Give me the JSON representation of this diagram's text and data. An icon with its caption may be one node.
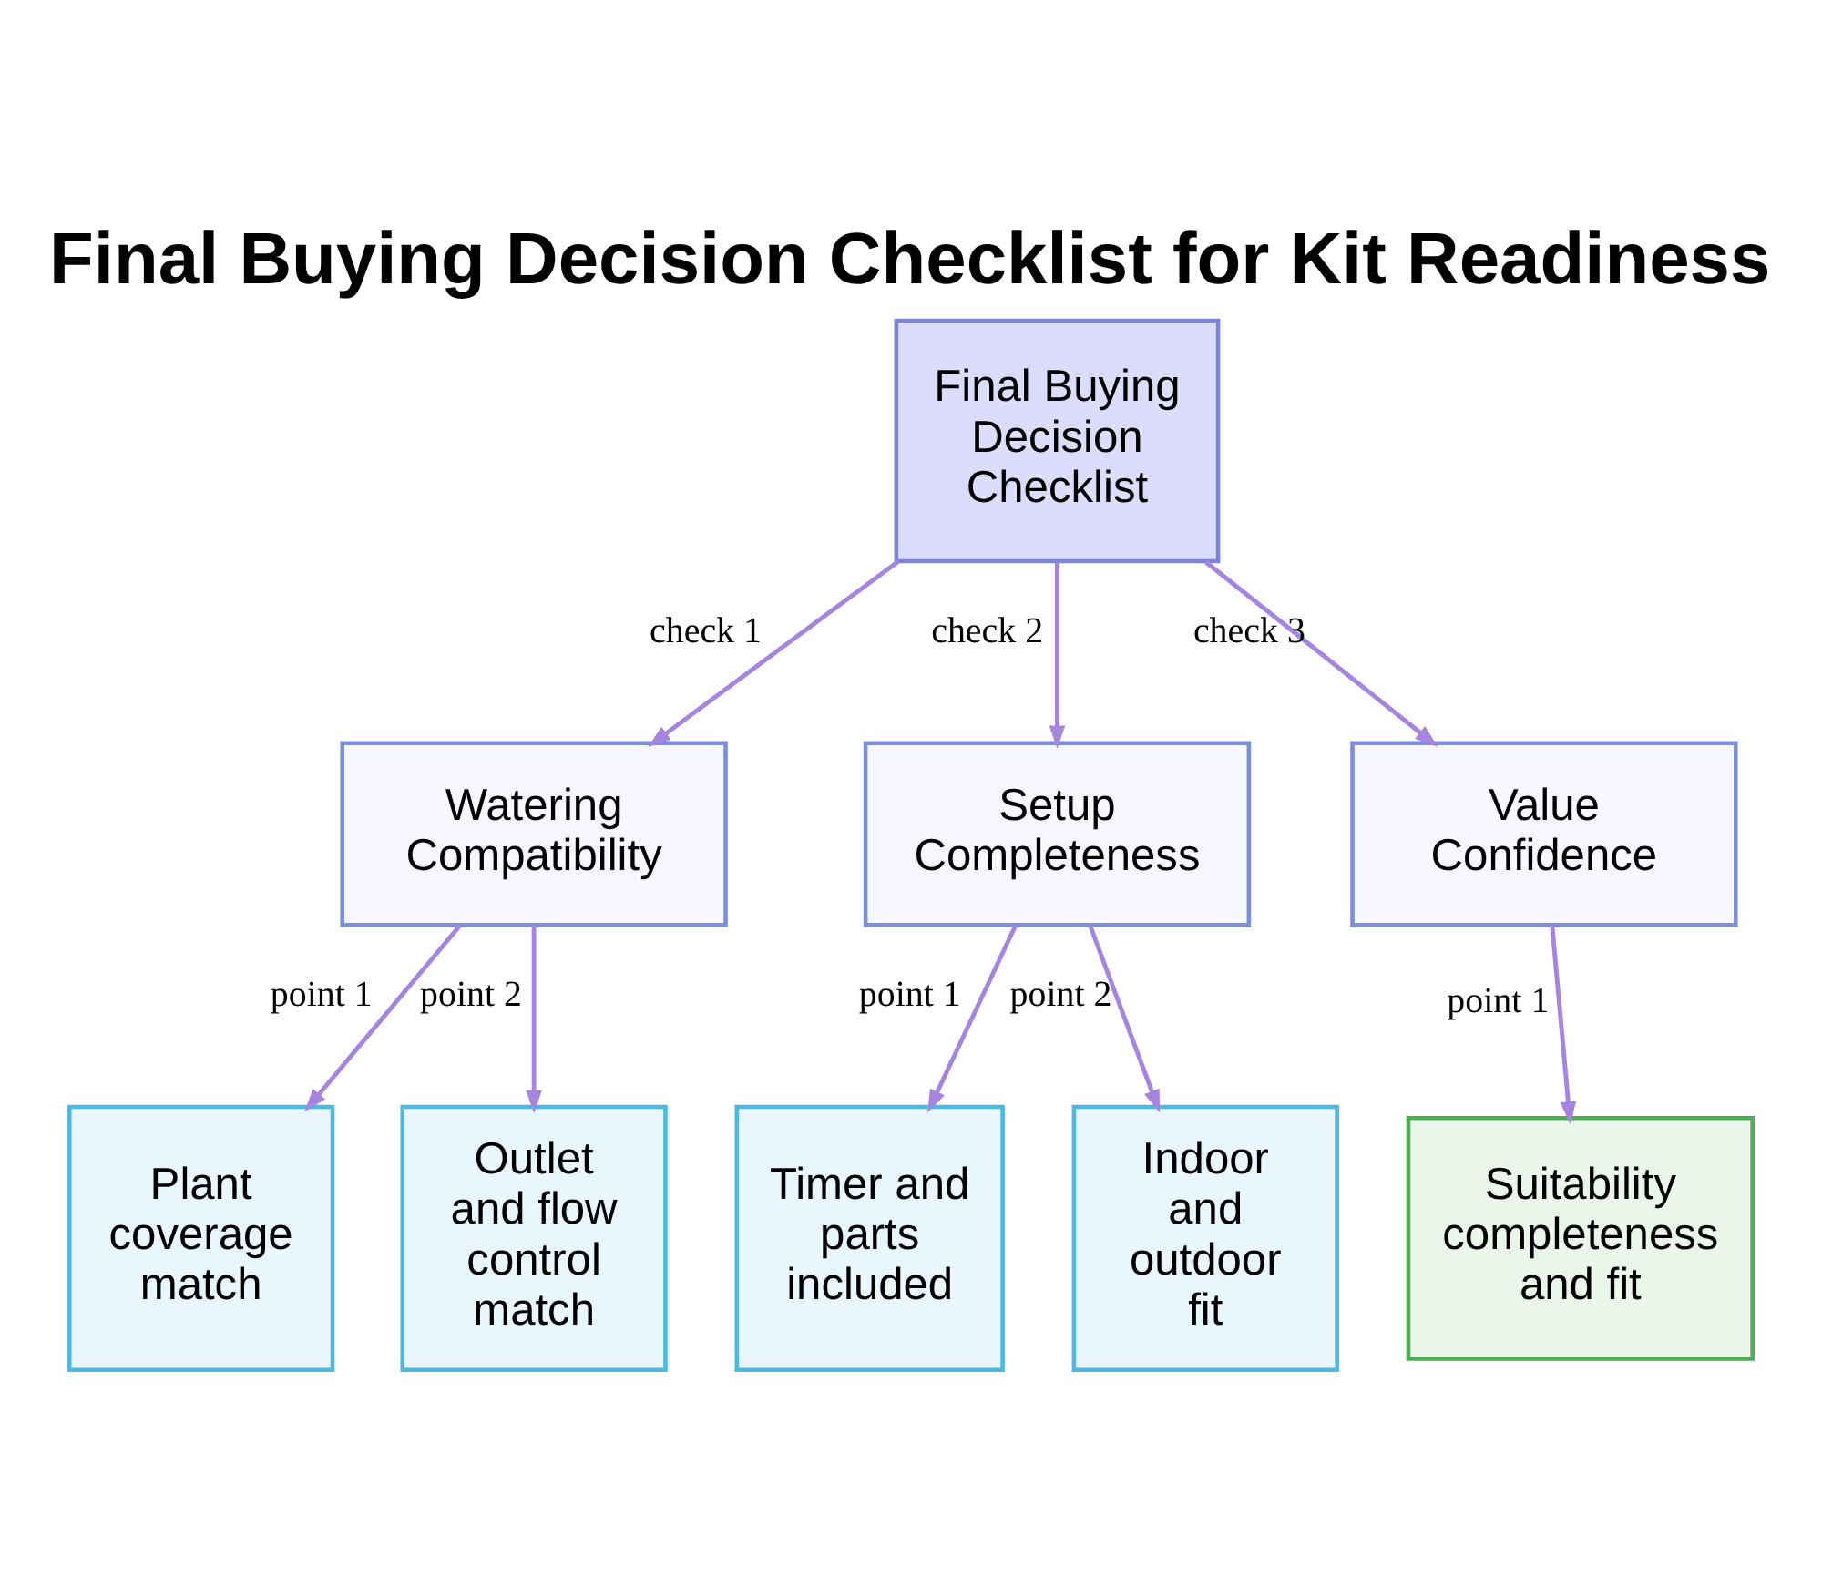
{
  "diagram": {
    "title": "Final Buying Decision Checklist for Kit Readiness",
    "nodes": [
      {
        "text": [
          "Final Buying Decision Checklist"
        ]
      },
      {
        "text": [
          "Watering Compatibility"
        ]
      },
      {
        "text": [
          "Setup Completeness"
        ]
      },
      {
        "text": [
          "Value Confidence"
        ]
      },
      {
        "text": [
          "Plant coverage match"
        ]
      },
      {
        "text": [
          "Outlet and flow control match"
        ]
      },
      {
        "text": [
          "Timer and parts included"
        ]
      },
      {
        "text": [
          "Indoor and outdoor fit"
        ]
      },
      {
        "text": [
          "Suitability completeness and fit"
        ]
      }
    ],
    "edges": [
      {
        "from": 0,
        "to": 1,
        "arrow": "to",
        "label": "check 1"
      },
      {
        "from": 0,
        "to": 2,
        "arrow": "to",
        "label": "check 2"
      },
      {
        "from": 0,
        "to": 3,
        "arrow": "to",
        "label": "check 3"
      },
      {
        "from": 1,
        "to": 4,
        "arrow": "to",
        "label": "point 1"
      },
      {
        "from": 1,
        "to": 5,
        "arrow": "to",
        "label": "point 2"
      },
      {
        "from": 2,
        "to": 6,
        "arrow": "to",
        "label": "point 1"
      },
      {
        "from": 2,
        "to": 7,
        "arrow": "to",
        "label": "point 2"
      },
      {
        "from": 3,
        "to": 8,
        "arrow": "to",
        "label": "point 1"
      }
    ]
  }
}
